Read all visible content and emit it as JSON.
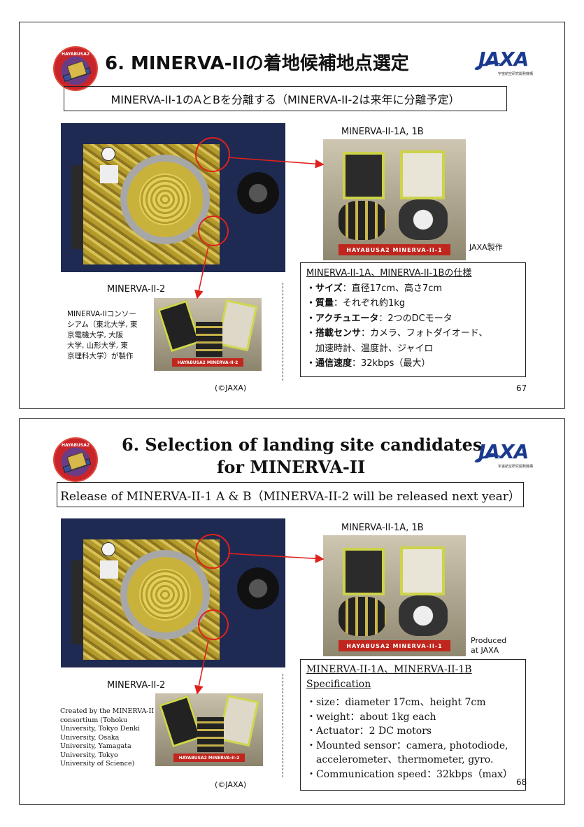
{
  "slide1": {
    "title": "6. MINERVA-IIの着地候補地点選定",
    "subtitle": "MINERVA-II-1のAとBを分離する（MINERVA-II-2は来年に分離予定）",
    "minerva1_label": "MINERVA-II-1A, 1B",
    "minerva2_label": "MINERVA-II-2",
    "jaxa_credit": "JAXA製作",
    "consortium": [
      "MINERVA-IIコンソー",
      "シアム（東北大学, 東",
      "京電機大学, 大阪",
      "大学, 山形大学, 東",
      "京理科大学）が製作"
    ],
    "copyright": "(©JAXA)",
    "page_number": "67",
    "spec_title": "MINERVA-II-1A、MINERVA-II-1Bの仕様",
    "spec_items": [
      {
        "label": "・サイズ",
        "value": "：直径17cm、高さ7cm"
      },
      {
        "label": "・質量",
        "value": "：それぞれ約1kg"
      },
      {
        "label": "・アクチュエータ",
        "value": "：2つのDCモータ"
      },
      {
        "label": "・搭載センサ",
        "value": "：カメラ、フォトダイオード、"
      },
      {
        "label": "",
        "value": "　加速時計、温度計、ジャイロ"
      },
      {
        "label": "・通信速度",
        "value": "：32kbps（最大）"
      }
    ],
    "plate_a": "HAYABUSA2  MINERVA-II-1",
    "plate_b": "HAYABUSA2  MINERVA-II-2"
  },
  "slide2": {
    "title_line1": "6. Selection of landing site candidates",
    "title_line2": "for MINERVA-II",
    "subtitle": "Release of MINERVA-II-1 A & B（MINERVA-II-2 will be released next year）",
    "minerva1_label": "MINERVA-II-1A, 1B",
    "minerva2_label": "MINERVA-II-2",
    "jaxa_credit": [
      "Produced",
      "at JAXA"
    ],
    "consortium": [
      "Created by the MINERVA-II",
      "consortium (Tohoku",
      "University, Tokyo Denki",
      "University, Osaka",
      "University, Yamagata",
      "University, Tokyo",
      "University of Science)"
    ],
    "copyright": "(©JAXA)",
    "page_number": "68",
    "spec_title_line1": "MINERVA-II-1A、MINERVA-II-1B",
    "spec_title_line2": "Specification",
    "spec_items": [
      "・size：diameter 17cm、height 7cm",
      "・weight：about 1kg each",
      "・Actuator：2 DC motors",
      "・Mounted sensor：camera, photodiode,",
      "　accelerometer、thermometer, gyro.",
      "・Communication speed：32kbps（max）"
    ],
    "plate_a": "HAYABUSA2  MINERVA-II-1",
    "plate_b": "HAYABUSA2  MINERVA-II-2"
  },
  "logos": {
    "mission_ring": "HAYABUSA2",
    "jaxa_mark": "JAXA",
    "jaxa_sub": "宇宙航空研究開発機構"
  },
  "colors": {
    "arrow": "#e0201c",
    "jaxa_blue": "#1a3a8f"
  }
}
